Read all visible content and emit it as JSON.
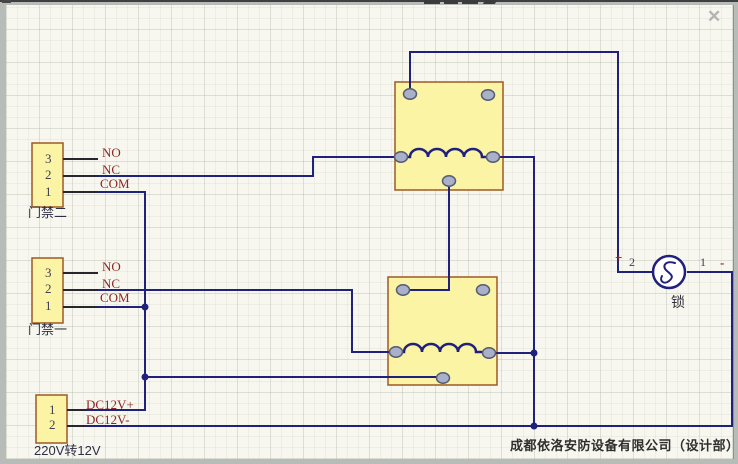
{
  "window": {
    "close_icon": "✕"
  },
  "connectors": {
    "menjin2": {
      "label": "门禁二",
      "pins": [
        "3",
        "2",
        "1"
      ],
      "pin_labels": [
        "NO",
        "NC",
        "COM"
      ]
    },
    "menjin1": {
      "label": "门禁一",
      "pins": [
        "3",
        "2",
        "1"
      ],
      "pin_labels": [
        "NO",
        "NC",
        "COM"
      ]
    },
    "power": {
      "label": "220V转12V",
      "pins": [
        "1",
        "2"
      ],
      "pin_labels": [
        "DC12V+",
        "DC12V-"
      ]
    }
  },
  "relays": {
    "relay_top": {
      "type": "relay-coil"
    },
    "relay_bottom": {
      "type": "relay-coil"
    }
  },
  "lock": {
    "label": "锁",
    "left_polarity": "+",
    "left_pin": "2",
    "right_pin": "1",
    "right_polarity": "-"
  },
  "footer": {
    "company": "成都依洛安防设备有限公司（设计部）"
  },
  "colors": {
    "wire": "#20207d",
    "component_fill": "#fbf4a4",
    "component_border": "#9c5a26",
    "pad_fill": "#a9b0ca",
    "label_red": "#8c2822",
    "canvas_bg": "#f7f7ef"
  }
}
